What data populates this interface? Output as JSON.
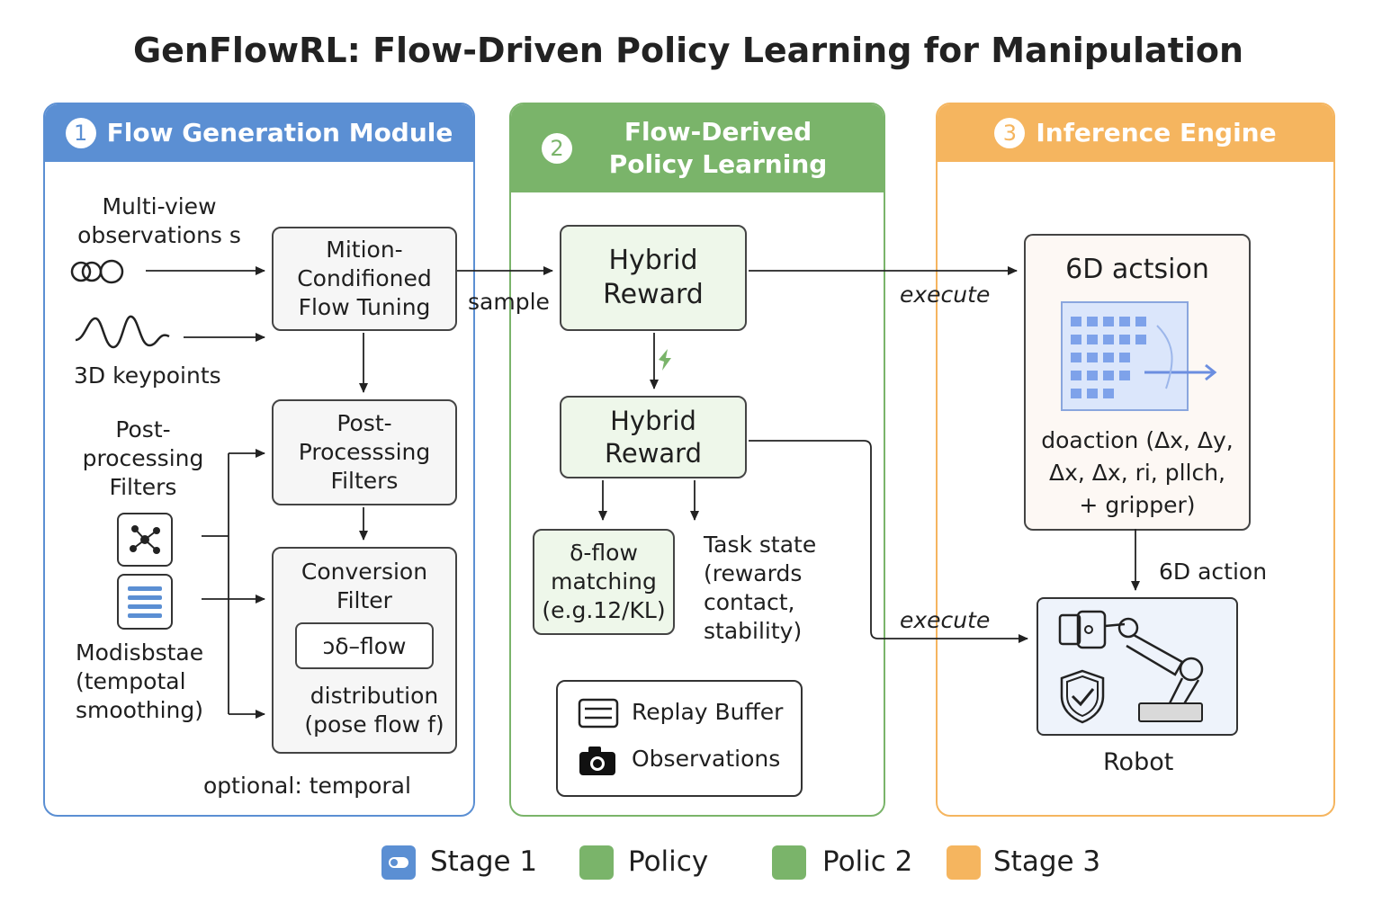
{
  "title": "GenFlowRL: Flow-Driven Policy Learning for Manipulation",
  "colors": {
    "stage1": "#5b8fd3",
    "stage2": "#7ab46a",
    "stage3": "#f5b55f",
    "line": "#222222"
  },
  "panel1": {
    "number": "1",
    "header": "Flow Generation Module",
    "multiview_label": "Multi-view observations s",
    "keypoints_label": "3D keypoints",
    "post_label": "Post-processing Filters",
    "modis_label": "Modisbstae (tempotal smoothing)",
    "box_flow_tuning": "Mition-Condifioned Flow Tuning",
    "box_post": "Post-Processsing Filters",
    "box_conversion": "Conversion Filter",
    "inner_flow": "ↄδ–flow",
    "distribution": "distribution (pose flow f)",
    "optional": "optional: temporal",
    "sample_label": "sample"
  },
  "panel2": {
    "number": "2",
    "header": "Flow-Derived Policy Learning",
    "hybrid1": "Hybrid Reward",
    "hybrid2": "Hybrid Reward",
    "delta_flow": "δ-flow matching (e.g.12/KL)",
    "task_state": "Task state (rewards contact, stability)",
    "replay": "Replay Buffer",
    "observations": "Observations"
  },
  "panel3": {
    "number": "3",
    "header": "Inference Engine",
    "action_title": "6D actsion",
    "action_formula": "doaction (Δx, Δy, Δx, Δx, ri, pllch, + gripper)",
    "execute1": "execute",
    "execute2": "execute",
    "action_arrow_label": "6D action",
    "robot_label": "Robot"
  },
  "legend": [
    {
      "label": "Stage 1",
      "color": "#5b8fd3"
    },
    {
      "label": "Policy",
      "color": "#7ab46a"
    },
    {
      "label": "Polic 2",
      "color": "#7ab46a"
    },
    {
      "label": "Stage 3",
      "color": "#f5b55f"
    }
  ]
}
